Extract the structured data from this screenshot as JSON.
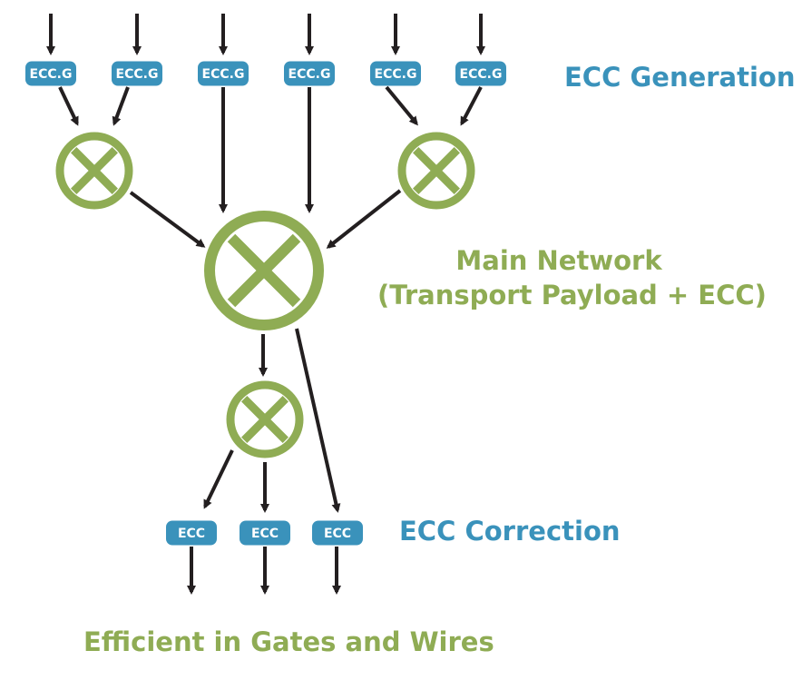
{
  "colors": {
    "blue": "#3a92bb",
    "green": "#8fac54",
    "arrow": "#231f20"
  },
  "generators": [
    {
      "label": "ECC.G"
    },
    {
      "label": "ECC.G"
    },
    {
      "label": "ECC.G"
    },
    {
      "label": "ECC.G"
    },
    {
      "label": "ECC.G"
    },
    {
      "label": "ECC.G"
    }
  ],
  "correctors": [
    {
      "label": "ECC"
    },
    {
      "label": "ECC"
    },
    {
      "label": "ECC"
    }
  ],
  "labels": {
    "generation": "ECC Generation",
    "main_line1": "Main Network",
    "main_line2": "(Transport Payload + ECC)",
    "correction": "ECC Correction",
    "footer": "Efficient in Gates and Wires"
  }
}
